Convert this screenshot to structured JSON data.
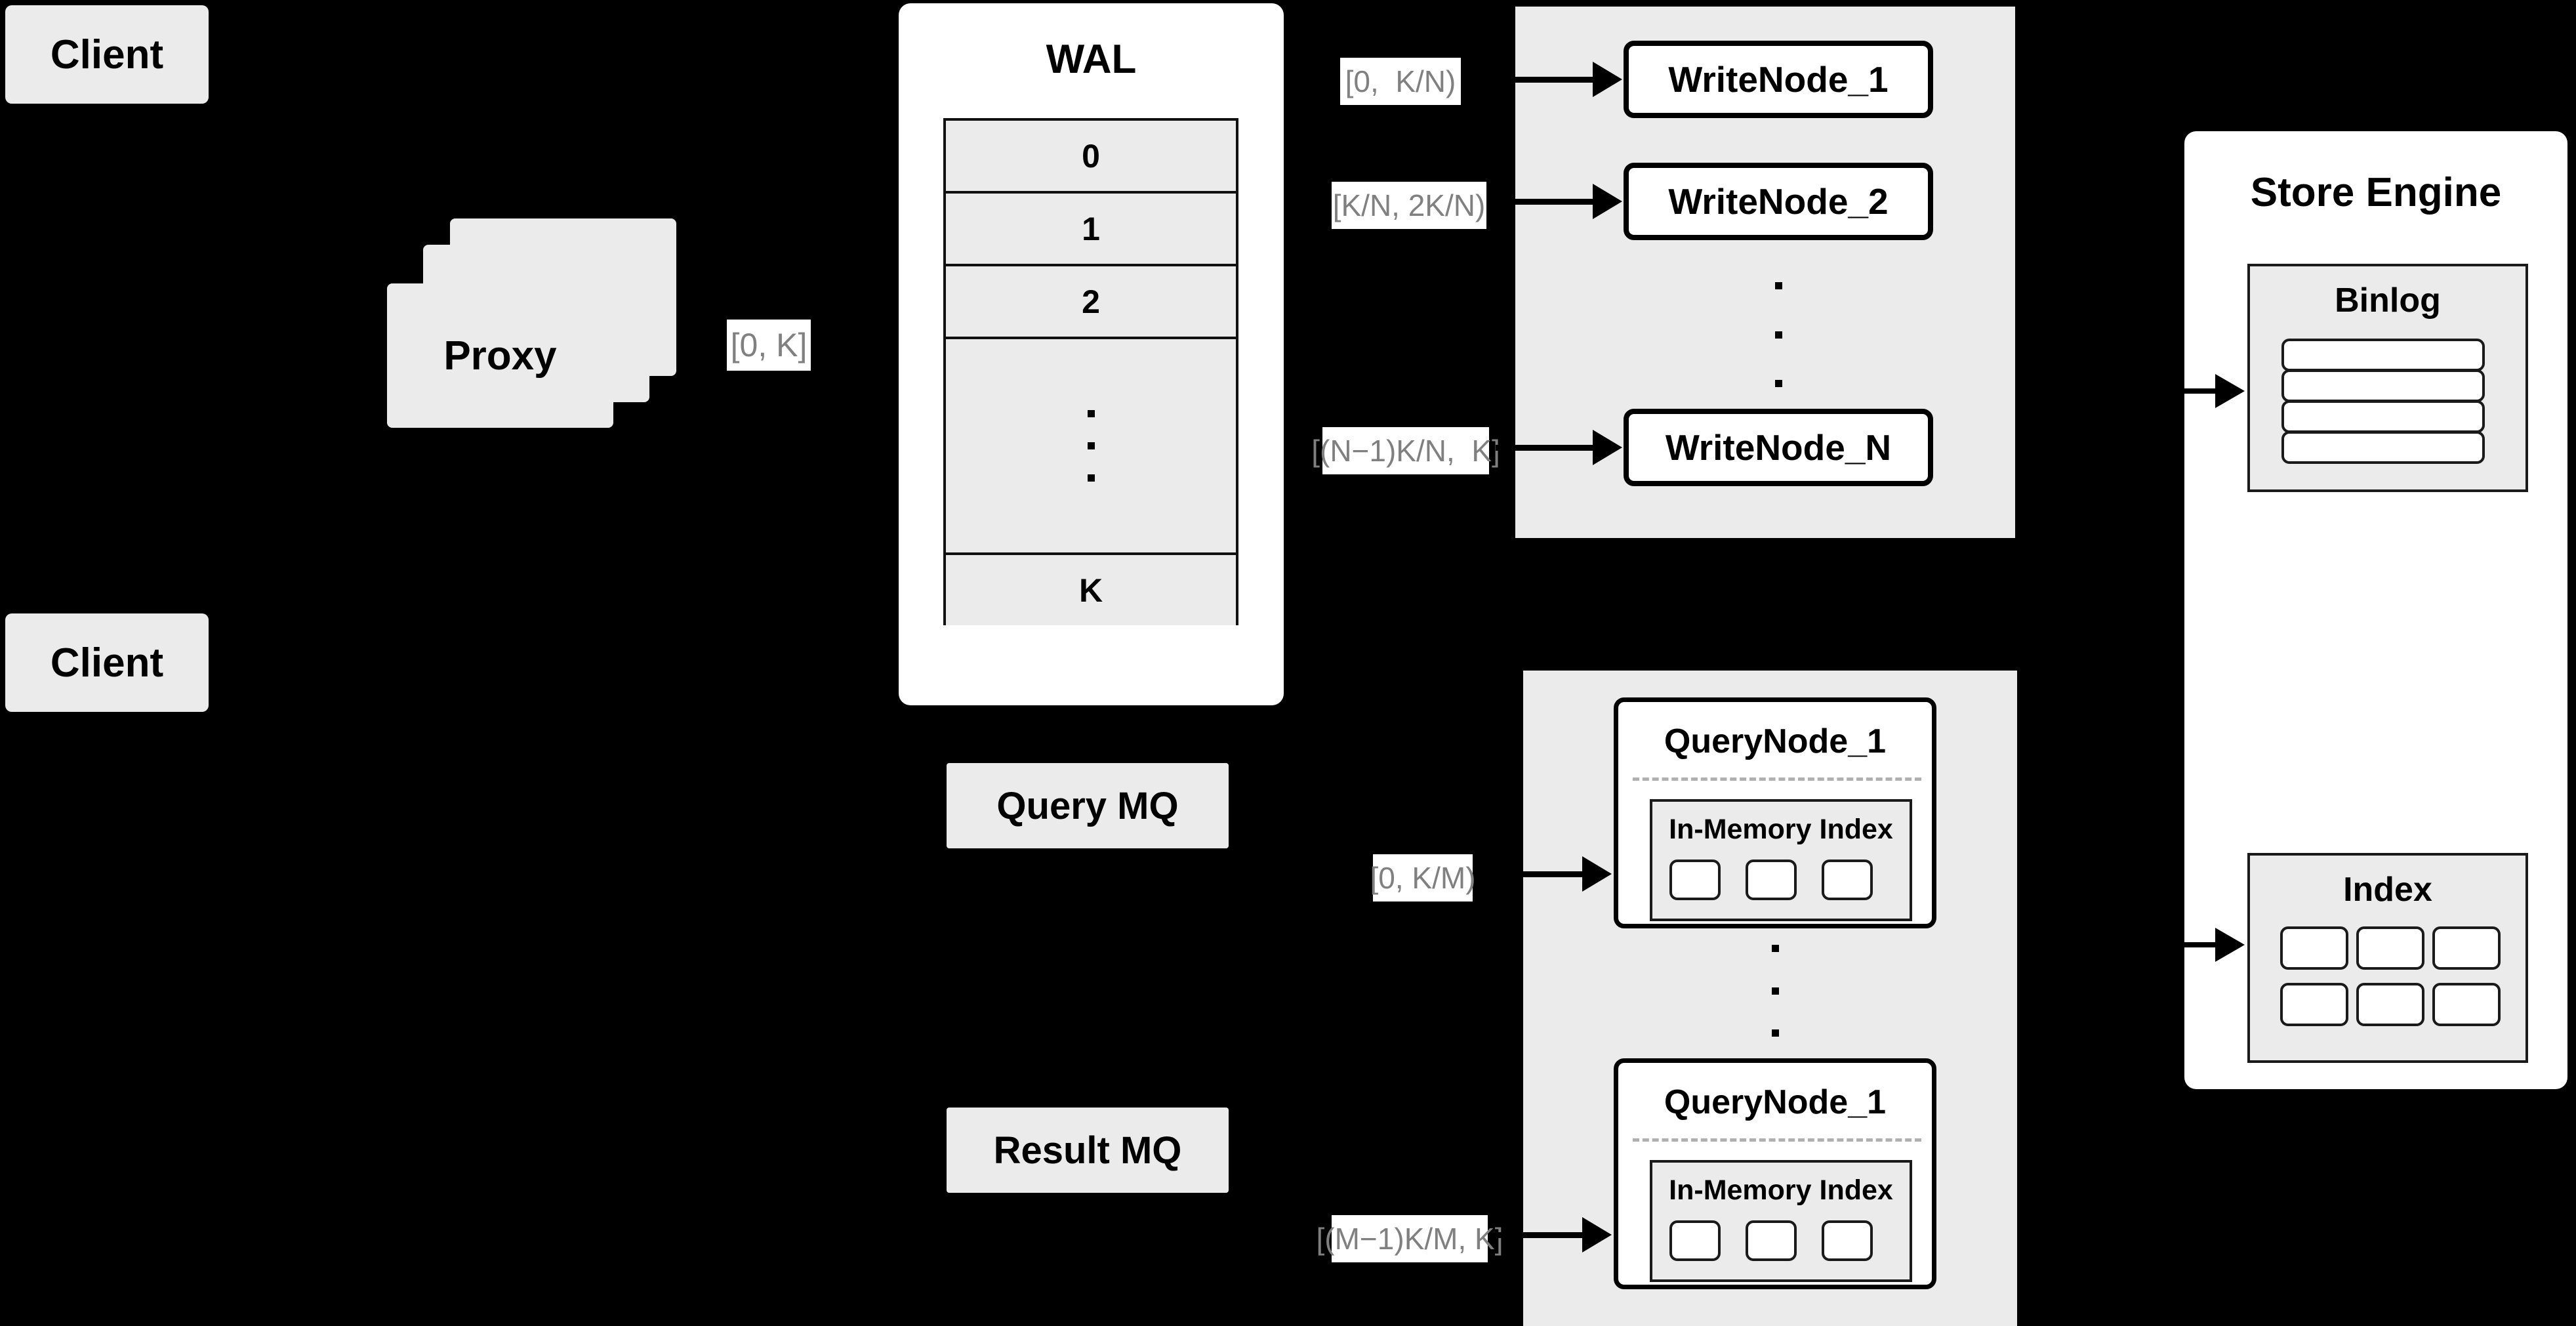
{
  "diagram": {
    "title": "Distributed Write/Query Architecture",
    "background": "#000000",
    "accent_gray": "#ebebeb",
    "label_text_color": "#808080"
  },
  "clients": [
    {
      "label": "Client"
    },
    {
      "label": "Client"
    }
  ],
  "proxy": {
    "label": "Proxy",
    "stack_count": 3,
    "range_label": "[0, K]"
  },
  "wal": {
    "title": "WAL",
    "rows": [
      "0",
      "1",
      "2",
      "⋮",
      "K"
    ]
  },
  "write_cluster": {
    "nodes": [
      {
        "label": "WriteNode_1",
        "range_label": "[0,  K/N)"
      },
      {
        "label": "WriteNode_2",
        "range_label": "[K/N, 2K/N)"
      },
      {
        "label": "WriteNode_N",
        "range_label": "[(N−1)K/N,  K]"
      }
    ],
    "ellipsis": "⋮"
  },
  "query_cluster": {
    "nodes": [
      {
        "label": "QueryNode_1",
        "range_label": "[0, K/M)",
        "index": {
          "label": "In-Memory Index",
          "slot_count": 3
        }
      },
      {
        "label": "QueryNode_1",
        "range_label": "[(M−1)K/M, K]",
        "index": {
          "label": "In-Memory Index",
          "slot_count": 3
        }
      }
    ],
    "ellipsis": "⋮"
  },
  "message_queues": [
    {
      "label": "Query MQ"
    },
    {
      "label": "Result MQ"
    }
  ],
  "store_engine": {
    "title": "Store Engine",
    "binlog": {
      "title": "Binlog",
      "row_count": 4
    },
    "index": {
      "title": "Index",
      "slot_count": 6,
      "columns": 3,
      "rows": 2
    }
  }
}
